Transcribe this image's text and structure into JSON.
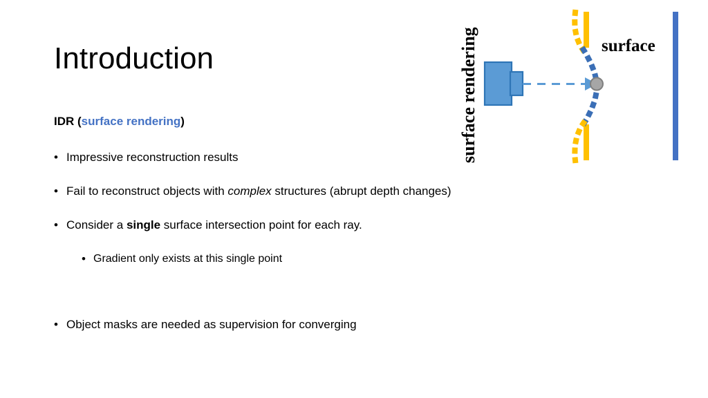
{
  "slide": {
    "title": "Introduction",
    "background_color": "#FFFFFF"
  },
  "body": {
    "lead": {
      "prefix": "IDR (",
      "accent": "surface rendering",
      "suffix": ")",
      "accent_color": "#4472C4"
    },
    "bullets": [
      {
        "level": 1,
        "marker": "•",
        "parts": [
          {
            "text": "Impressive reconstruction results",
            "style": "normal"
          }
        ]
      },
      {
        "level": 1,
        "marker": "•",
        "parts": [
          {
            "text": "Fail to reconstruct objects with ",
            "style": "normal"
          },
          {
            "text": "complex",
            "style": "italic"
          },
          {
            "text": " structures (abrupt depth changes)",
            "style": "normal"
          }
        ]
      },
      {
        "level": 1,
        "marker": "•",
        "parts": [
          {
            "text": "Consider a ",
            "style": "normal"
          },
          {
            "text": "single",
            "style": "bold"
          },
          {
            "text": " surface intersection point for each ray.",
            "style": "normal"
          }
        ]
      },
      {
        "level": 2,
        "marker": "•",
        "parts": [
          {
            "text": "Gradient only exists at this single point",
            "style": "normal"
          }
        ]
      },
      {
        "level": 1,
        "marker": "•",
        "spacer_before": true,
        "parts": [
          {
            "text": "Object masks are needed as supervision for converging",
            "style": "normal"
          }
        ]
      }
    ]
  },
  "diagram": {
    "name": "surface-rendering-diagram",
    "rotated_label": "surface rendering",
    "surface_label": "surface",
    "colors": {
      "camera_fill": "#5B9BD5",
      "camera_stroke": "#2E75B6",
      "ray": "#5B9BD5",
      "hit_point_fill": "#A6A6A6",
      "hit_point_stroke": "#808080",
      "yellow_bar": "#FFC000",
      "yellow_dots": "#FFC000",
      "blue_dots": "#3B6FB6",
      "right_bar": "#4472C4",
      "label_text": "#000000"
    },
    "elements": [
      "rotated-label-surface-rendering",
      "camera-body",
      "camera-lens",
      "ray-dashed-line",
      "ray-arrowhead",
      "hit-point-dot",
      "yellow-bar-top",
      "yellow-bar-bottom",
      "yellow-dotted-curve-top",
      "yellow-dotted-curve-bottom",
      "blue-dotted-curve",
      "surface-label",
      "right-blue-bar"
    ]
  }
}
